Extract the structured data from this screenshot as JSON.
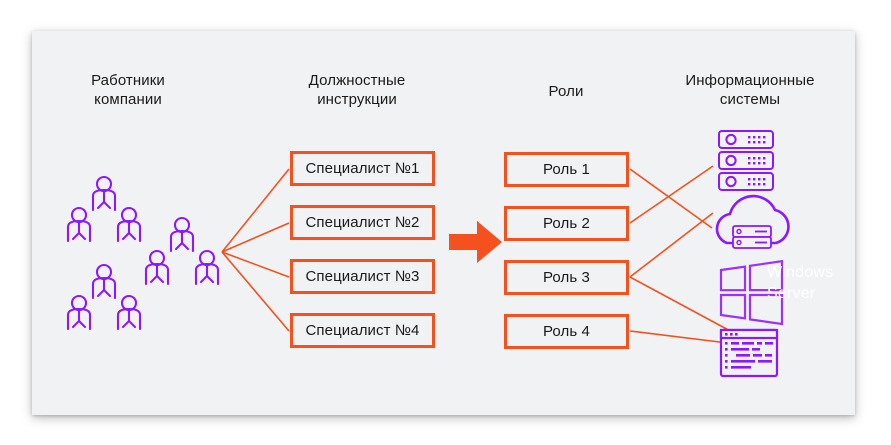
{
  "diagram": {
    "title_columns": {
      "employees": "Работники\nкомпании",
      "employees_line1": "Работники",
      "employees_line2": "компании",
      "job_descriptions_line1": "Должностные",
      "job_descriptions_line2": "инструкции",
      "roles": "Роли",
      "systems_line1": "Информационные",
      "systems_line2": "системы"
    },
    "specialists": [
      {
        "label": "Специалист №1"
      },
      {
        "label": "Специалист №2"
      },
      {
        "label": "Специалист №3"
      },
      {
        "label": "Специалист №4"
      }
    ],
    "roles": [
      {
        "label": "Роль 1"
      },
      {
        "label": "Роль 2"
      },
      {
        "label": "Роль 3"
      },
      {
        "label": "Роль 4"
      }
    ],
    "systems": [
      {
        "name": "server-rack-icon",
        "label": ""
      },
      {
        "name": "cloud-server-icon",
        "label": ""
      },
      {
        "name": "windows-server-icon",
        "label": "Windows Server"
      },
      {
        "name": "code-window-icon",
        "label": ""
      }
    ],
    "windows_server_label_line1": "Windows",
    "windows_server_label_line2": "Server",
    "people_groups": [
      {
        "name": "people-group-1",
        "count": 3
      },
      {
        "name": "people-group-2",
        "count": 3
      },
      {
        "name": "people-group-3",
        "count": 3
      }
    ],
    "flow_arrow": "arrow-right-icon",
    "colors": {
      "card_background": "#f1f2f4",
      "page_background": "#ffffff",
      "accent_orange": "#f4511e",
      "connector_orange": "#f4511e",
      "icon_purple": "#8c18ff",
      "icon_purple_light": "#b46bff",
      "text_dark": "#1a1a1a",
      "text_white": "#ffffff"
    }
  }
}
